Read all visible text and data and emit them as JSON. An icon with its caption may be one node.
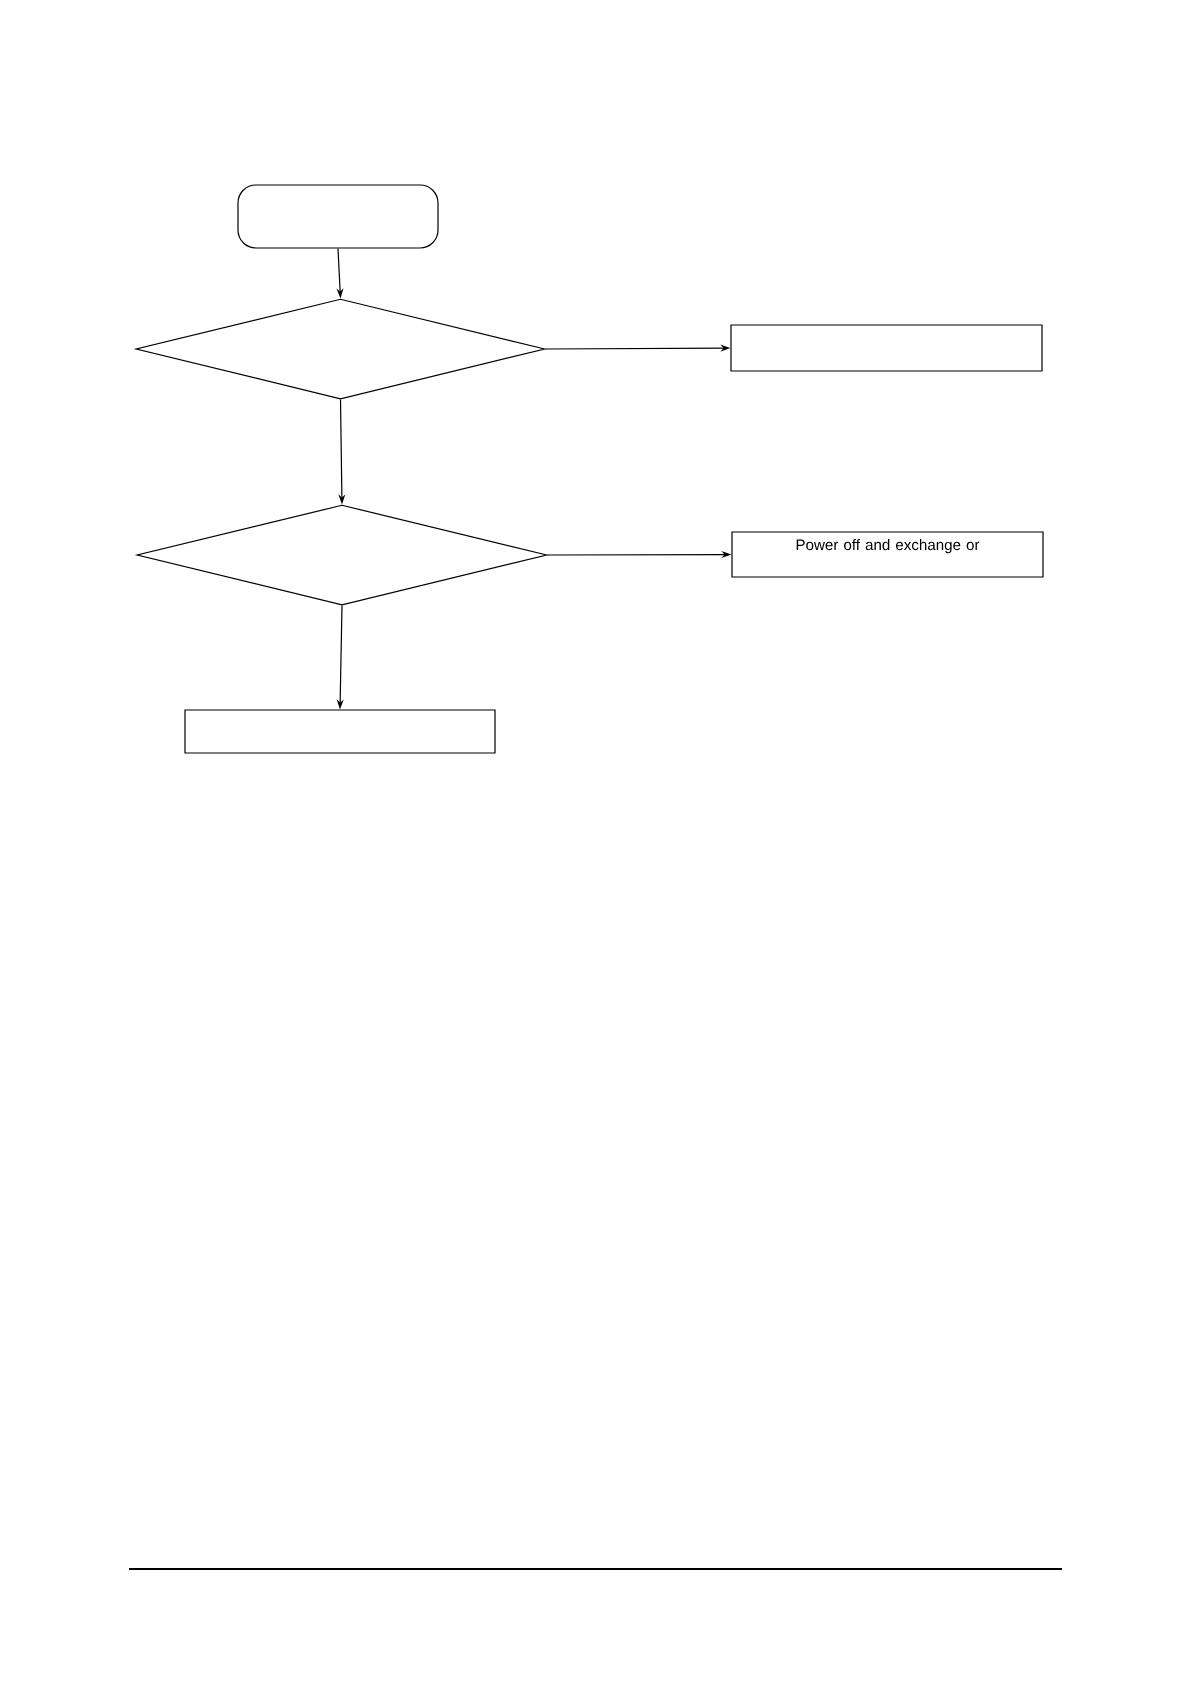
{
  "diagram": {
    "nodes": [
      {
        "text": [],
        "shape": "box"
      },
      {
        "text": [],
        "shape": "diamond"
      },
      {
        "text": [],
        "shape": "box"
      },
      {
        "text": [],
        "shape": "diamond"
      },
      {
        "text": [
          "Power off and exchange or"
        ]
      },
      {
        "text": [],
        "shape": "box"
      }
    ],
    "edges": [
      {
        "from": 0,
        "to": 1,
        "arrow": "to"
      },
      {
        "from": 1,
        "to": 2,
        "arrow": "to"
      },
      {
        "from": 1,
        "to": 3,
        "arrow": "to"
      },
      {
        "from": 3,
        "to": 4,
        "arrow": "to"
      },
      {
        "from": 3,
        "to": 5,
        "arrow": "to"
      }
    ]
  }
}
